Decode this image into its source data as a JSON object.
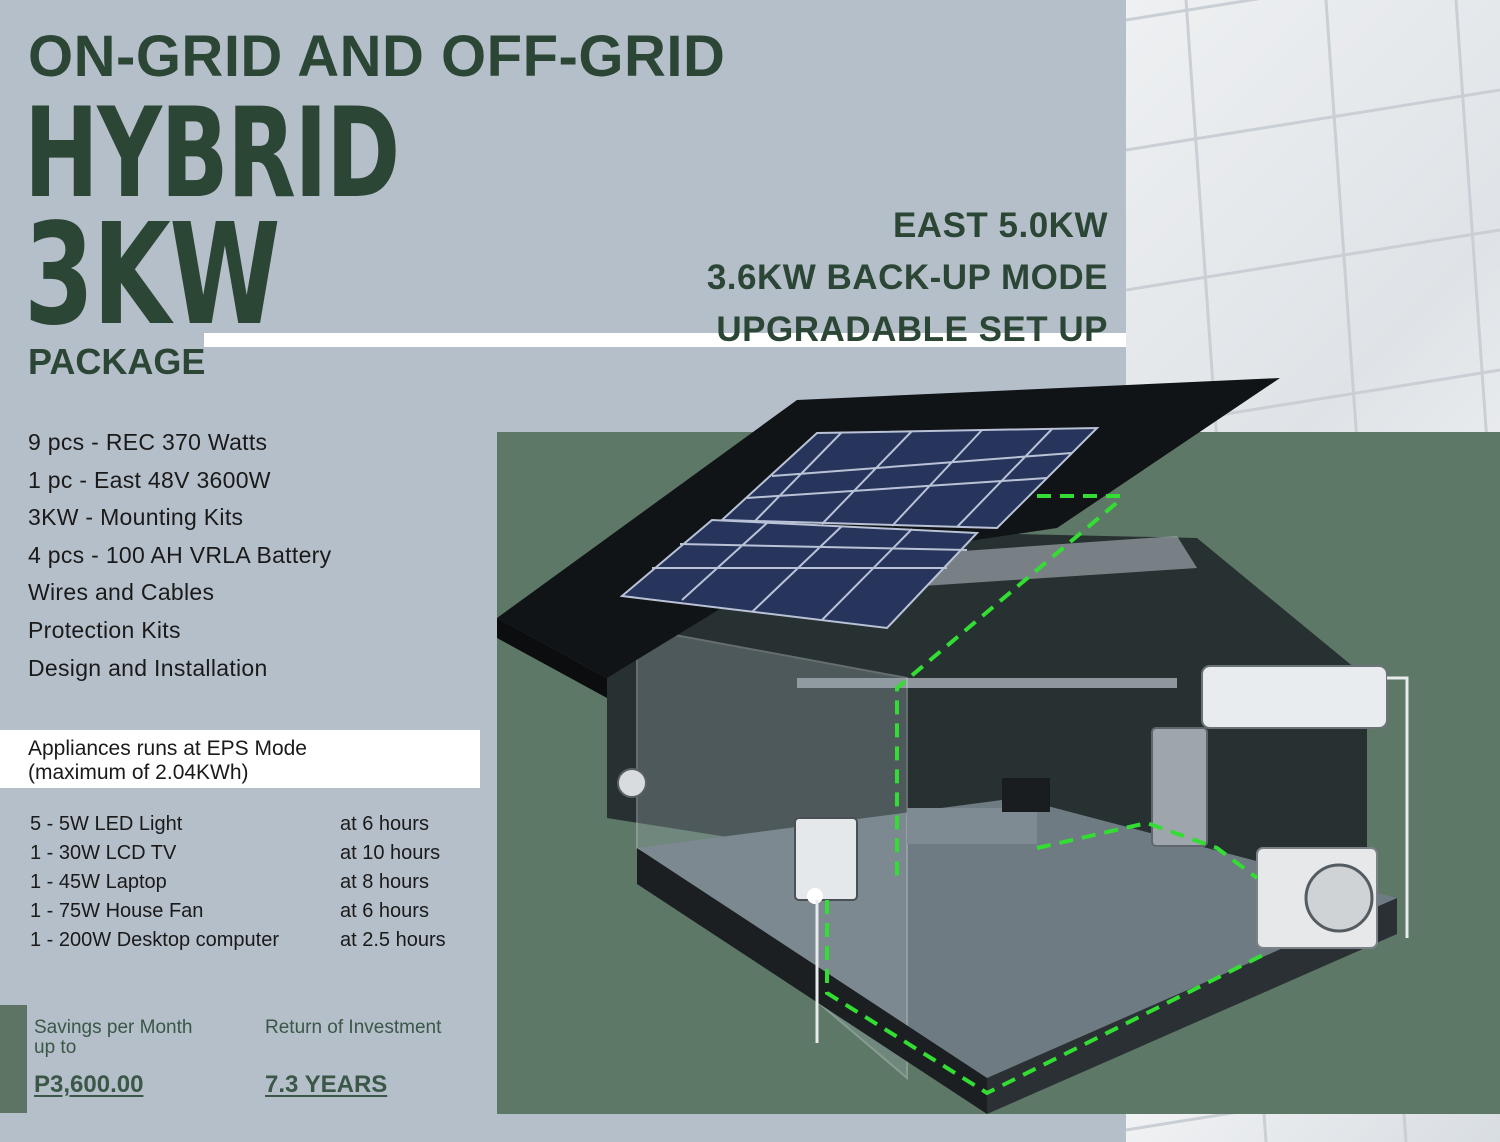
{
  "headline": {
    "line1": "ON-GRID AND OFF-GRID",
    "line2": "HYBRID",
    "line3": "3KW",
    "line4": "PACKAGE"
  },
  "specs": [
    "EAST 5.0KW",
    "3.6KW BACK-UP MODE",
    "UPGRADABLE SET UP"
  ],
  "package_items": [
    "9 pcs - REC 370 Watts",
    "1 pc - East 48V 3600W",
    "3KW - Mounting Kits",
    "4 pcs - 100 AH VRLA Battery",
    "Wires and Cables",
    "Protection Kits",
    "Design and Installation"
  ],
  "eps": {
    "line1": "Appliances runs at EPS Mode",
    "line2": "(maximum of 2.04KWh)"
  },
  "appliances": [
    {
      "name": "5 - 5W LED Light",
      "duration": "at 6 hours"
    },
    {
      "name": "1 - 30W LCD TV",
      "duration": "at 10 hours"
    },
    {
      "name": "1 - 45W Laptop",
      "duration": "at 8 hours"
    },
    {
      "name": "1 - 75W House Fan",
      "duration": "at 6 hours"
    },
    {
      "name": "1 - 200W Desktop computer",
      "duration": "at 2.5 hours"
    }
  ],
  "savings": {
    "label_line1": "Savings per Month",
    "label_line2": "up to",
    "value": "P3,600.00"
  },
  "roi": {
    "label": "Return of Investment",
    "value": "7.3 YEARS"
  },
  "colors": {
    "brand_green": "#2c4636",
    "background": "#b5bfca",
    "scene_green": "#5d7866",
    "wire": "#33dd33"
  }
}
